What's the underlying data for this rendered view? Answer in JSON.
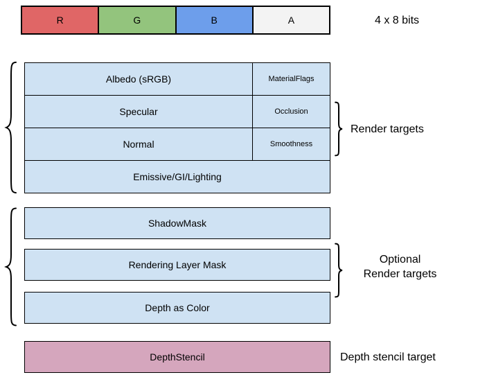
{
  "top_bar": {
    "bits_label": "4 x 8 bits",
    "channels": [
      {
        "label": "R",
        "color": "#e06666"
      },
      {
        "label": "G",
        "color": "#93c47d"
      },
      {
        "label": "B",
        "color": "#6d9eeb"
      },
      {
        "label": "A",
        "color": "#f3f3f3"
      }
    ]
  },
  "render_targets": {
    "label": "Render targets",
    "rows": [
      {
        "main": "Albedo (sRGB)",
        "alpha": "MaterialFlags"
      },
      {
        "main": "Specular",
        "alpha": "Occlusion"
      },
      {
        "main": "Normal",
        "alpha": "Smoothness"
      },
      {
        "main": "Emissive/GI/Lighting"
      }
    ]
  },
  "optional_render_targets": {
    "label_line1": "Optional",
    "label_line2": "Render targets",
    "rows": [
      "ShadowMask",
      "Rendering Layer Mask",
      "Depth as Color"
    ]
  },
  "depth_stencil": {
    "box_label": "DepthStencil",
    "label": "Depth stencil target"
  },
  "colors": {
    "render_target_fill": "#cfe2f3",
    "depth_stencil_fill": "#d5a6bd",
    "border": "#000000"
  }
}
